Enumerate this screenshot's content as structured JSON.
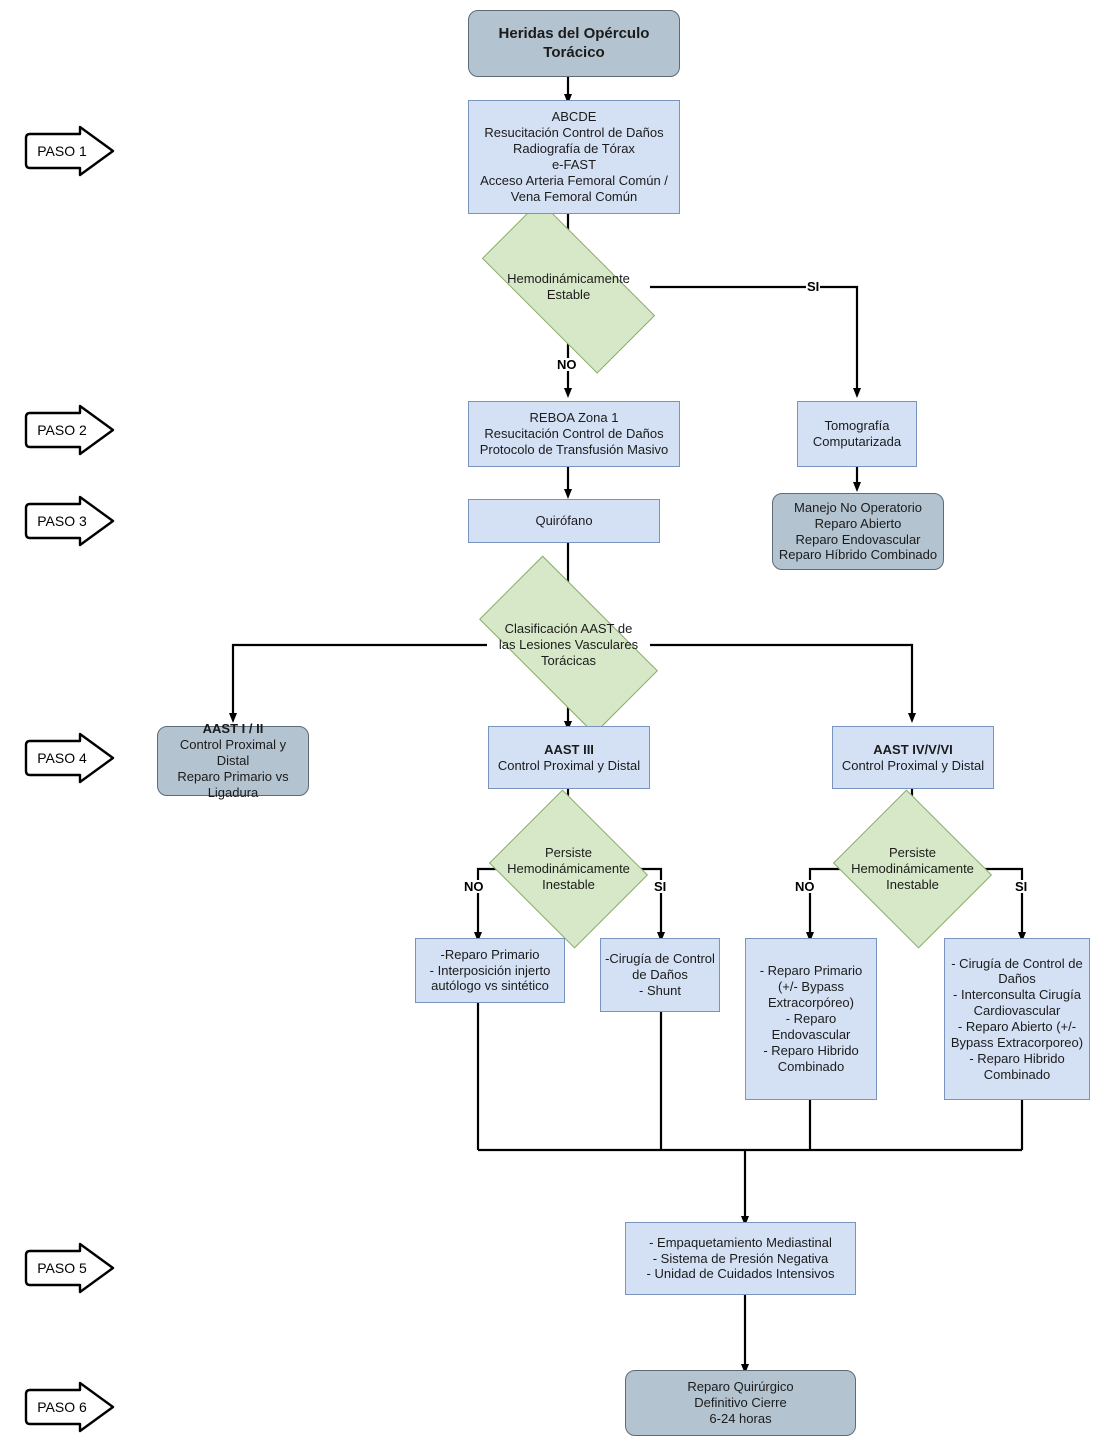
{
  "diagram": {
    "title": "Heridas del Opérculo Torácico",
    "language": "es",
    "colors": {
      "blue_fill": "#d4e1f5",
      "blue_stroke": "#7a95bd",
      "gray_fill": "#b3c3d0",
      "gray_stroke": "#5d6b76",
      "green_fill": "#d7e8c8",
      "green_stroke": "#8aab6d",
      "line": "#000000",
      "text": "#1b1b1b"
    }
  },
  "steps": [
    {
      "id": "paso1",
      "label": "PASO 1"
    },
    {
      "id": "paso2",
      "label": "PASO 2"
    },
    {
      "id": "paso3",
      "label": "PASO 3"
    },
    {
      "id": "paso4",
      "label": "PASO 4"
    },
    {
      "id": "paso5",
      "label": "PASO 5"
    },
    {
      "id": "paso6",
      "label": "PASO 6"
    }
  ],
  "nodes": {
    "title": {
      "text": "Heridas del Opérculo Torácico",
      "shape": "rounded",
      "fill": "gray"
    },
    "initial_assessment": {
      "lines": [
        "ABCDE",
        "Resucitación Control de Daños",
        "Radiografía de Tórax",
        "e-FAST",
        "Acceso Arteria Femoral Común /",
        "Vena Femoral Común"
      ],
      "shape": "rect",
      "fill": "blue"
    },
    "decision_stable": {
      "lines": [
        "Hemodinámicamente",
        "Estable"
      ],
      "shape": "diamond",
      "fill": "green"
    },
    "reboa": {
      "lines": [
        "REBOA Zona 1",
        "Resucitación Control de Daños",
        "Protocolo de Transfusión Masivo"
      ],
      "shape": "rect",
      "fill": "blue"
    },
    "tomografia": {
      "lines": [
        "Tomografía",
        "Computarizada"
      ],
      "shape": "rect",
      "fill": "blue"
    },
    "quirofano": {
      "lines": [
        "Quirófano"
      ],
      "shape": "rect",
      "fill": "blue"
    },
    "manejo_no_operatorio": {
      "lines": [
        "Manejo No Operatorio",
        "Reparo Abierto",
        "Reparo Endovascular",
        "Reparo Híbrido Combinado"
      ],
      "shape": "rounded",
      "fill": "gray"
    },
    "decision_aast": {
      "lines": [
        "Clasificación AAST de",
        "las Lesiones Vasculares",
        "Torácicas"
      ],
      "shape": "diamond",
      "fill": "green"
    },
    "aast_i_ii": {
      "header": "AAST I / II",
      "lines": [
        "Control Proximal y Distal",
        "Reparo Primario vs",
        "Ligadura"
      ],
      "shape": "rounded",
      "fill": "gray"
    },
    "aast_iii": {
      "header": "AAST III",
      "lines": [
        "Control Proximal y Distal"
      ],
      "shape": "rect",
      "fill": "blue"
    },
    "aast_iv_v_vi": {
      "header": "AAST IV/V/VI",
      "lines": [
        "Control Proximal y Distal"
      ],
      "shape": "rect",
      "fill": "blue"
    },
    "decision_persist_left": {
      "lines": [
        "Persiste",
        "Hemodinámicamente",
        "Inestable"
      ],
      "shape": "diamond",
      "fill": "green"
    },
    "decision_persist_right": {
      "lines": [
        "Persiste",
        "Hemodinámicamente",
        "Inestable"
      ],
      "shape": "diamond",
      "fill": "green"
    },
    "left_no_outcome": {
      "lines": [
        "-Reparo Primario",
        "- Interposición injerto",
        "autólogo vs sintético"
      ],
      "shape": "rect",
      "fill": "blue"
    },
    "left_si_outcome": {
      "lines": [
        "-Cirugía de Control",
        "de Daños",
        "- Shunt"
      ],
      "shape": "rect",
      "fill": "blue"
    },
    "right_no_outcome": {
      "lines": [
        "- Reparo Primario",
        "(+/-  Bypass",
        "Extracorpóreo)",
        "- Reparo",
        "Endovascular",
        "- Reparo Hibrido",
        "Combinado"
      ],
      "shape": "rect",
      "fill": "blue"
    },
    "right_si_outcome": {
      "lines": [
        "- Cirugía de Control de",
        "Daños",
        "- Interconsulta Cirugía",
        "Cardiovascular",
        "- Reparo Abierto (+/-",
        "Bypass Extracorporeo)",
        "- Reparo Hibrido",
        "Combinado"
      ],
      "shape": "rect",
      "fill": "blue"
    },
    "postop": {
      "lines": [
        "- Empaquetamiento Mediastinal",
        "- Sistema de Presión Negativa",
        "- Unidad de Cuidados Intensivos"
      ],
      "shape": "rect",
      "fill": "blue"
    },
    "final": {
      "lines": [
        "Reparo Quirúrgico",
        "Definitivo Cierre",
        "6-24 horas"
      ],
      "shape": "rounded",
      "fill": "gray"
    }
  },
  "edge_labels": {
    "stable_si": "SI",
    "stable_no": "NO",
    "left_no": "NO",
    "left_si": "SI",
    "right_no": "NO",
    "right_si": "SI"
  }
}
